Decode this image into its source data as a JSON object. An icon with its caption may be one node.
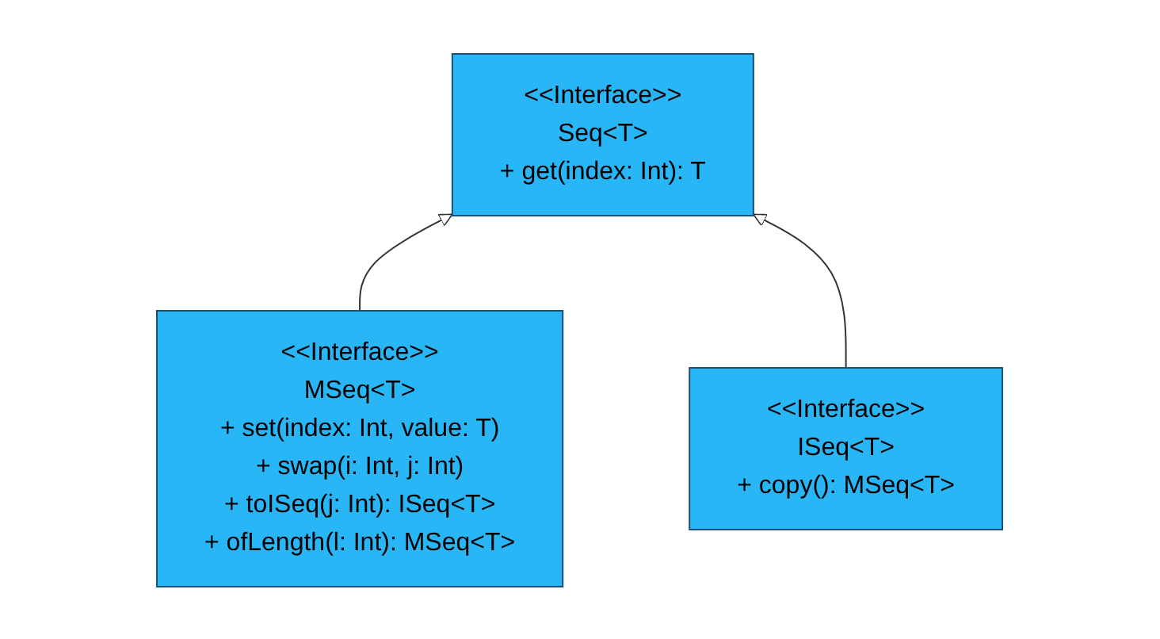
{
  "diagram": {
    "nodes": [
      {
        "text": [
          "<<Interface>>",
          "Seq<T>",
          "+ get(index: Int): T"
        ]
      },
      {
        "text": [
          "<<Interface>>",
          "MSeq<T>",
          "+ set(index: Int, value: T)",
          "+ swap(i: Int, j: Int)",
          "+ toISeq(j: Int): ISeq<T>",
          "+ ofLength(l: Int): MSeq<T>"
        ]
      },
      {
        "text": [
          "<<Interface>>",
          "ISeq<T>",
          "+ copy(): MSeq<T>"
        ]
      }
    ],
    "edges": [
      {
        "from": 1,
        "to": 0,
        "arrow": "to"
      },
      {
        "from": 2,
        "to": 0,
        "arrow": "to"
      }
    ]
  }
}
